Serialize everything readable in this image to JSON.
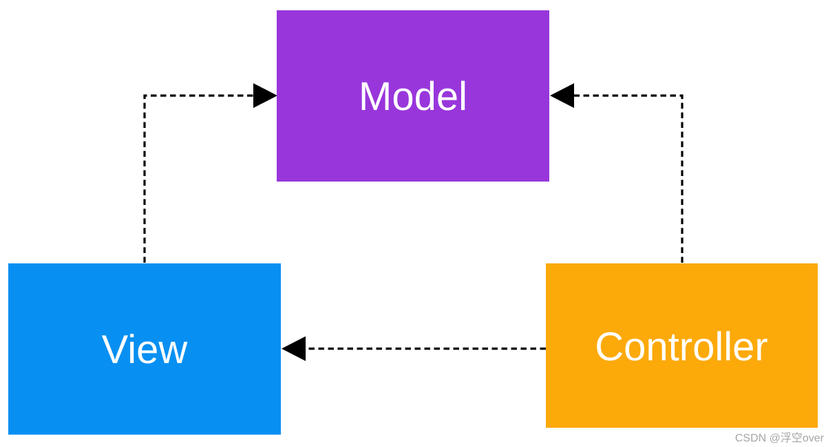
{
  "diagram": {
    "background_color": "#FFFFFF",
    "nodes": [
      {
        "id": "model",
        "label": "Model",
        "color": "#9836DB",
        "text_color": "#FFFFFF"
      },
      {
        "id": "view",
        "label": "View",
        "color": "#0790F2",
        "text_color": "#FFFFFF"
      },
      {
        "id": "controller",
        "label": "Controller",
        "color": "#FCA90A",
        "text_color": "#FFFFFF"
      }
    ],
    "edges": [
      {
        "from": "view",
        "to": "model",
        "style": "dashed",
        "color": "#000000"
      },
      {
        "from": "controller",
        "to": "model",
        "style": "dashed",
        "color": "#000000"
      },
      {
        "from": "controller",
        "to": "view",
        "style": "dashed",
        "color": "#000000"
      }
    ],
    "watermark": {
      "text": "CSDN @浮空over",
      "color": "#9E9E9E"
    }
  }
}
